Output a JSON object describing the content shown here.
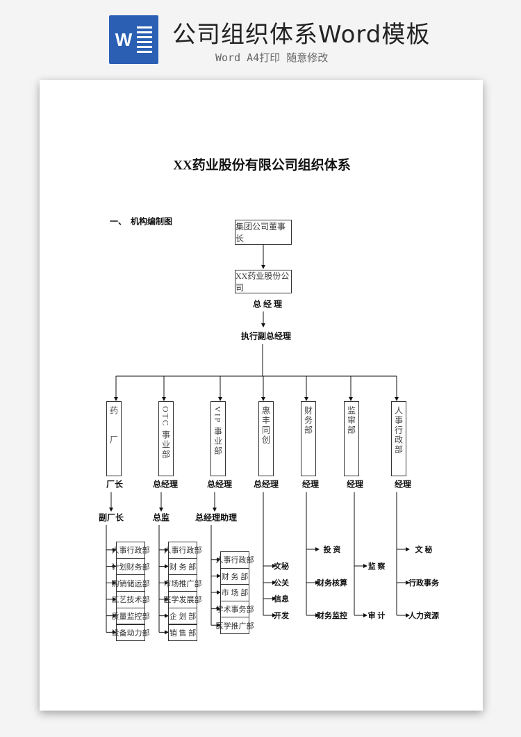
{
  "header": {
    "icon": "word-icon",
    "icon_letter": "W",
    "title": "公司组织体系Word模板",
    "subtitle": "Word A4打印 随意修改"
  },
  "doc": {
    "title": "XX药业股份有限公司组织体系",
    "section_num": "一、",
    "section_title": "机构编制图",
    "chairman": "集团公司董事长",
    "company": "XX药业股份公司",
    "gm": "总 经 理",
    "evp": "执行副总经理",
    "departments": [
      {
        "name": "药　　厂",
        "head": "厂长",
        "sub_head": "副厂长",
        "units": [
          "人事行政部",
          "计划财务部",
          "购销储运部",
          "工艺技术部",
          "质量监控部",
          "设备动力部"
        ]
      },
      {
        "name": "OTC 事业部",
        "head": "总经理",
        "sub_head": "总监",
        "units": [
          "人事行政部",
          "财 务 部",
          "市场推广部",
          "医学发展部",
          "企 划 部",
          "销 售 部"
        ]
      },
      {
        "name": "VIP 事业部",
        "head": "总经理",
        "sub_head": "总经理助理",
        "units": [
          "人事行政部",
          "财 务 部",
          "市 场 部",
          "学术事务部",
          "医学推广部"
        ]
      },
      {
        "name": "惠丰同创",
        "head": "总经理",
        "units": [
          "文秘",
          "公关",
          "信息",
          "开发"
        ]
      },
      {
        "name": "财务部",
        "head": "经理",
        "units": [
          "投 资",
          "财务核算",
          "财务监控"
        ]
      },
      {
        "name": "监审部",
        "head": "经理",
        "units": [
          "监 察",
          "审 计"
        ]
      },
      {
        "name": "人事行政部",
        "head": "经理",
        "units": [
          "文 秘",
          "行政事务",
          "人力资源"
        ]
      }
    ]
  }
}
